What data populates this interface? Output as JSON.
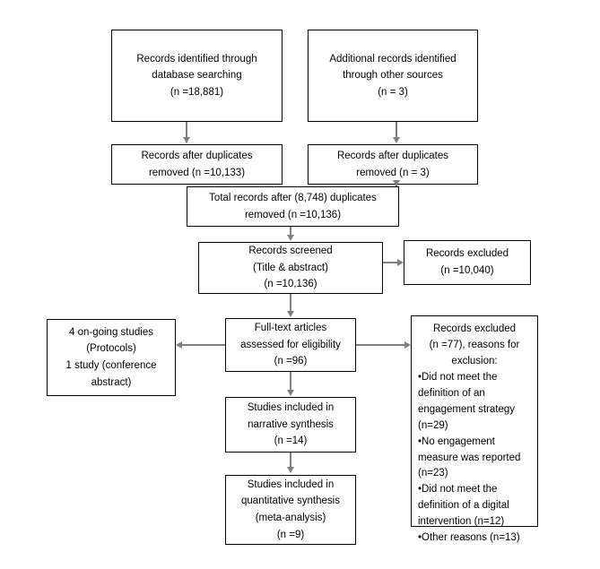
{
  "diagram": {
    "type": "prisma-flow-diagram",
    "colors": {
      "box_border": "#000000",
      "arrow": "#7f7f7f",
      "background": "#ffffff",
      "text": "#000000"
    },
    "nodes": {
      "identified_database": {
        "lines": [
          "Records identified through",
          "database searching",
          "(n =18,881)"
        ],
        "count": "18,881"
      },
      "identified_other": {
        "lines": [
          "Additional records identified",
          "through other sources",
          "(n = 3)"
        ],
        "count": "3"
      },
      "dedup_database": {
        "lines": [
          "Records after duplicates",
          "removed (n =10,133)"
        ],
        "count": "10,133"
      },
      "dedup_other": {
        "lines": [
          "Records after duplicates",
          "removed (n = 3)"
        ],
        "count": "3"
      },
      "total_records": {
        "lines": [
          "Total records after (8,748) duplicates",
          "removed (n =10,136)"
        ],
        "duplicates": "8,748",
        "count": "10,136"
      },
      "records_screened": {
        "lines": [
          "Records screened",
          "(Title & abstract)",
          "(n =10,136)"
        ],
        "count": "10,136"
      },
      "records_excluded_screening": {
        "lines": [
          "Records excluded",
          "(n =10,040)"
        ],
        "count": "10,040"
      },
      "ongoing_studies": {
        "lines": [
          "4 on-going studies",
          "(Protocols)",
          "1 study (conference",
          "abstract)"
        ],
        "ongoing_count": "4",
        "conference_count": "1"
      },
      "fulltext_assessed": {
        "lines": [
          "Full-text articles",
          "assessed for eligibility",
          "(n =96)"
        ],
        "count": "96"
      },
      "records_excluded_fulltext": {
        "header": [
          "Records excluded",
          "(n =77), reasons for",
          "exclusion:"
        ],
        "count": "77",
        "reasons": [
          {
            "text": "•Did not meet the definition of an engagement strategy (n=29)",
            "n": "29"
          },
          {
            "text": "•No engagement measure was reported (n=23)",
            "n": "23"
          },
          {
            "text": "•Did not meet the definition of a digital intervention (n=12)",
            "n": "12"
          },
          {
            "text": "•Other reasons (n=13)",
            "n": "13"
          }
        ]
      },
      "narrative_synthesis": {
        "lines": [
          "Studies included in",
          "narrative synthesis",
          "(n =14)"
        ],
        "count": "14"
      },
      "quantitative_synthesis": {
        "lines": [
          "Studies included in",
          "quantitative synthesis",
          "(meta-analysis)",
          "(n =9)"
        ],
        "count": "9"
      }
    }
  }
}
